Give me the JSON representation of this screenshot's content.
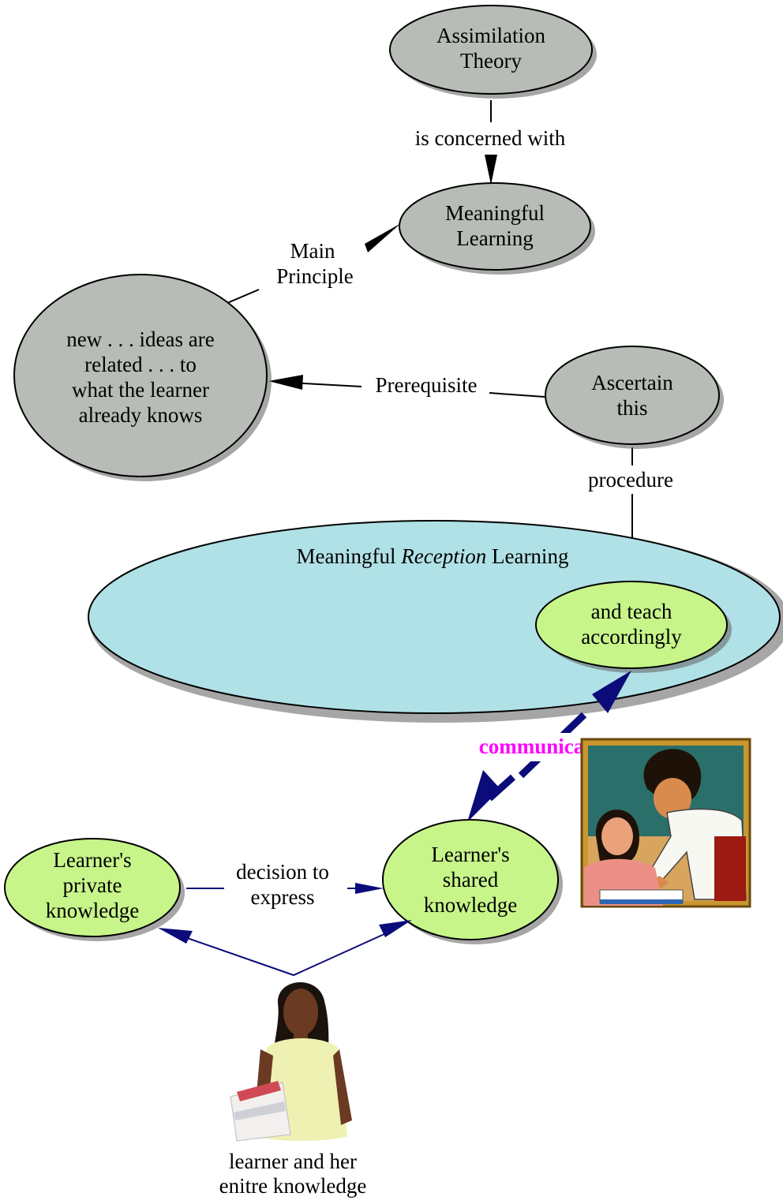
{
  "nodes": {
    "assimilation_theory": [
      "Assimilation",
      "Theory"
    ],
    "meaningful_learning": [
      "Meaningful",
      "Learning"
    ],
    "new_ideas": [
      "new . . . ideas are",
      "related . . . to",
      "what the learner",
      "already knows"
    ],
    "ascertain_this": [
      "Ascertain",
      "this"
    ],
    "reception_learning": {
      "pre": "Meaningful ",
      "italic": "Reception",
      "post": " Learning"
    },
    "teach_accordingly": [
      "and teach",
      "accordingly"
    ],
    "private_knowledge": [
      "Learner's",
      "private",
      "knowledge"
    ],
    "shared_knowledge": [
      "Learner's",
      "shared",
      "knowledge"
    ]
  },
  "links": {
    "is_concerned_with": "is concerned with",
    "main_principle": [
      "Main",
      "Principle"
    ],
    "prerequisite": "Prerequisite",
    "procedure": "procedure",
    "decision_to_express": [
      "decision to",
      "express"
    ],
    "communication": "communication"
  },
  "captions": {
    "learner": [
      "learner and her",
      "enitre knowledge"
    ]
  },
  "images": {
    "teacher_student": "teacher-helping-student-clipart",
    "learner_photo": "student-holding-books-photo"
  },
  "colors": {
    "gray_node": "#b7bcb6",
    "green_node": "#c7f58a",
    "cyan_node": "#b0e1e6",
    "navy_arrow": "#0b0b7a",
    "communication": "#ff00ff"
  }
}
